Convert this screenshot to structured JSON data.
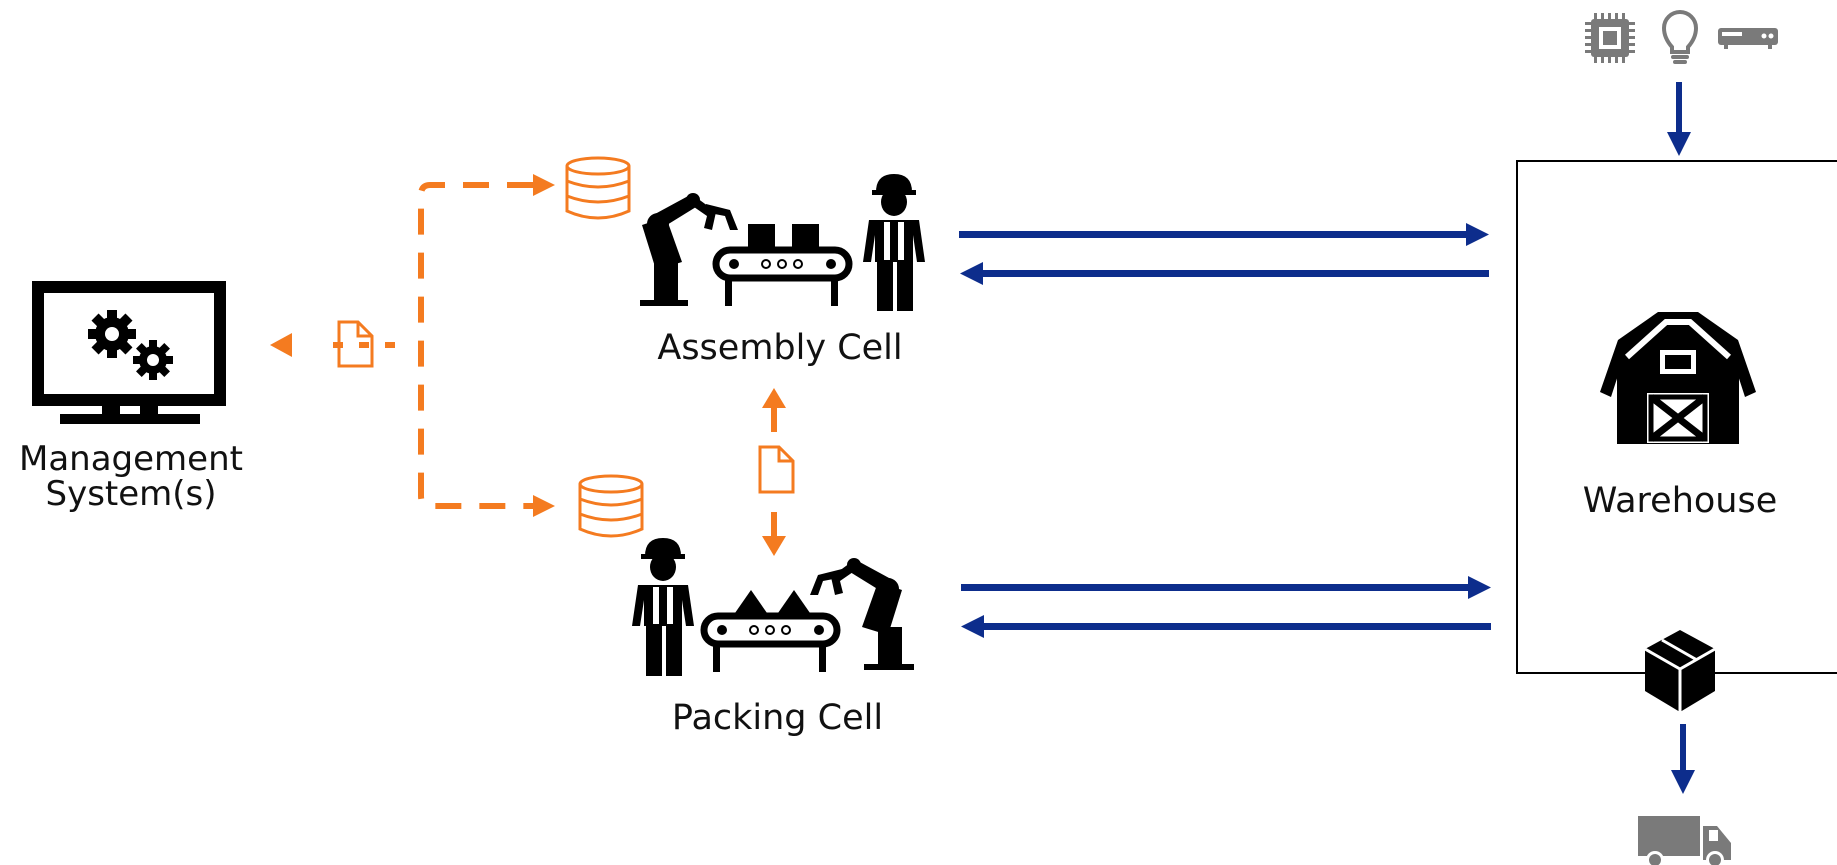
{
  "labels": {
    "management_line1": "Management",
    "management_line2": "System(s)",
    "assembly": "Assembly Cell",
    "packing": "Packing Cell",
    "warehouse": "Warehouse"
  },
  "colors": {
    "accent_orange": "#f47b20",
    "flow_blue": "#0d2d8c",
    "icon_black": "#000000",
    "icon_gray": "#7a7a7a"
  },
  "icons": {
    "management": "monitor-gears-icon",
    "assembly_robot": "robot-arm-icon",
    "assembly_conveyor": "conveyor-boxes-icon",
    "assembly_worker": "worker-icon",
    "packing_worker": "worker-female-icon",
    "packing_conveyor": "conveyor-triangles-icon",
    "packing_robot": "robot-arm-icon",
    "database_top": "database-icon",
    "database_bottom": "database-icon",
    "document_left": "document-icon",
    "document_middle": "document-icon",
    "chip": "chip-icon",
    "bulb": "lightbulb-icon",
    "device": "network-device-icon",
    "barn": "barn-icon",
    "package": "package-icon",
    "truck": "truck-icon"
  }
}
